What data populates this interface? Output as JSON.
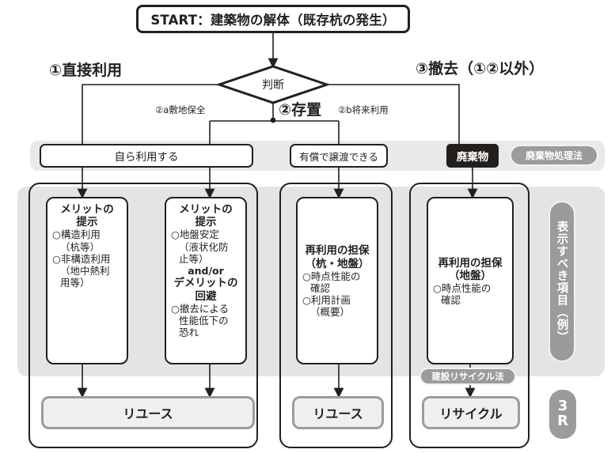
{
  "start": {
    "label": "START：建築物の解体（既存杭の発生）"
  },
  "decision": {
    "label": "判断"
  },
  "branches": {
    "direct": "①直接利用",
    "store": "②存置",
    "removal": "③撤去（①②以外）",
    "sub_2a": "②a敷地保全",
    "sub_2b": "②b将来利用"
  },
  "categories": {
    "own_use": "自ら利用する",
    "sell": "有償で譲渡できる",
    "waste": "廃棄物",
    "waste_law_pill": "廃棄物処理法"
  },
  "details": [
    {
      "id": "merit-structural",
      "head": "メリットの\n提示",
      "lines": [
        "○構造利用",
        "（杭等）",
        "○非構造利用",
        "（地中熱利",
        "用等）"
      ]
    },
    {
      "id": "merit-ground",
      "head": "メリットの\n提示",
      "lines": [
        "○地盤安定",
        "（液状化防",
        "止等）"
      ],
      "andor": "and/or",
      "head2": "デメリットの\n回避",
      "lines2": [
        "○撤去による",
        "性能低下の",
        "恐れ"
      ]
    },
    {
      "id": "reuse-guarantee-pile-ground",
      "head": "再利用の担保\n（杭・地盤）",
      "lines": [
        "○時点性能の",
        "確認",
        "○利用計画",
        "（概要）"
      ]
    },
    {
      "id": "reuse-guarantee-ground",
      "head": "再利用の担保\n（地盤）",
      "lines": [
        "○時点性能の",
        "確認"
      ]
    }
  ],
  "detail_text": {
    "merit_head_1": "メリットの",
    "merit_head_2": "提示",
    "d1_l1": "○構造利用",
    "d1_l2": "（杭等）",
    "d1_l3": "○非構造利用",
    "d1_l4": "（地中熱利",
    "d1_l5": "用等）",
    "d2_l1": "○地盤安定",
    "d2_l2": "（液状化防",
    "d2_l3": "止等）",
    "d2_andor": "and/or",
    "demerit_head_1": "デメリットの",
    "demerit_head_2": "回避",
    "d2_l4": "○撤去による",
    "d2_l5": "性能低下の",
    "d2_l6": "恐れ",
    "d3_head1": "再利用の担保",
    "d3_head2": "（杭・地盤）",
    "d3_l1": "○時点性能の",
    "d3_l2": "確認",
    "d3_l3": "○利用計画",
    "d3_l4": "（概要）",
    "d4_head1": "再利用の担保",
    "d4_head2": "（地盤）",
    "d4_l1": "○時点性能の",
    "d4_l2": "確認"
  },
  "outcomes": {
    "left": "リユース",
    "mid": "リユース",
    "right": "リサイクル",
    "construction_recycle_law_pill": "建設リサイクル法"
  },
  "side": {
    "items_pill": "表示すべき項目（例）",
    "three_r_line1": "3",
    "three_r_line2": "R"
  },
  "colors": {
    "ink": "#231f1c",
    "band_gray": "#e4e4e4",
    "band_gray_light": "#e9e9e9",
    "pill_gray": "#9b9b9b",
    "outcome_border": "#9c9c9c",
    "outcome_fill": "#efefef"
  }
}
